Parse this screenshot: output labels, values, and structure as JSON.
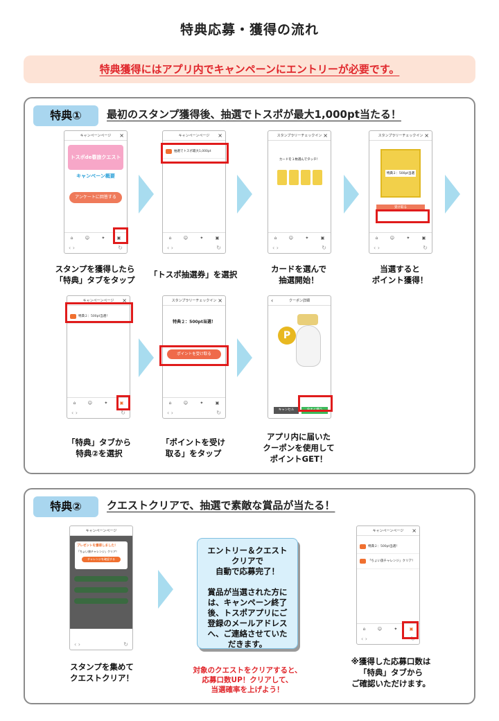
{
  "page_title": "特典応募・獲得の流れ",
  "notice": "特典獲得にはアプリ内でキャンペーンにエントリーが必要です。",
  "section1": {
    "badge": "特典①",
    "heading": "最初のスタンプ獲得後、抽選でトスポが最大1,000pt当たる！",
    "steps": [
      "スタンプを獲得したら\n「特典」タブをタップ",
      "「トスポ抽選券」を選択",
      "カードを選んで\n抽選開始！",
      "当選すると\nポイント獲得！",
      "「特典」タブから\n特典②を選択",
      "「ポイントを受け\n取る」をタップ",
      "アプリ内に届いた\nクーポンを使用して\nポイントGET！"
    ]
  },
  "section2": {
    "badge": "特典②",
    "heading": "クエストクリアで、抽選で素敵な賞品が当たる！",
    "steps": [
      "スタンプを集めて\nクエストクリア！",
      "※獲得した応募口数は\n「特典」タブから\nご確認いただけます。"
    ],
    "info_box": "エントリー＆クエスト\nクリアで\n自動で応募完了！\n\n賞品が当選された方に\nは、キャンペーン終了\n後、トスポアプリにご\n登録のメールアドレス\nへ、ご連絡させていた\nだきます。",
    "red_note": "対象のクエストをクリアすると、\n応募口数UP！クリアして、\n当選確率を上げよう！"
  },
  "screens": {
    "campaign_page": "キャンペーンページ",
    "stamp_rally": "スタンプラリーチェックイン",
    "coupon_detail": "クーポン詳細",
    "lottery_ticket": "抽選でトスポ最大1,000pt",
    "card_prompt": "カードを１枚選んでタッチ！",
    "benefit2": "特典２：500pt当選！",
    "receive_points": "ポイントを受け取る",
    "use_now": "今すぐ使う",
    "campaign_logo": "トスポde春旅クエスト",
    "campaign_outline": "キャンペーン概要",
    "survey_btn": "アンケートに回答する",
    "win_text": "特典２：500pt当選",
    "win_btn": "受け取る",
    "present_msg": "プレゼントを獲得しました！",
    "challenge_btn": "チャレンジを確認する",
    "challenge_entry": "「ちょい旅チャレンジ」クリア！",
    "cancel_btn": "キャンセル",
    "points_p": "P"
  },
  "nav": [
    "ホーム",
    "マイスト",
    "地図",
    "特典"
  ],
  "colors": {
    "accent_red": "#e01b1b",
    "badge_blue": "#a9d6ef",
    "notice_bg": "#fde3d6",
    "arrow": "#a8dcef"
  }
}
